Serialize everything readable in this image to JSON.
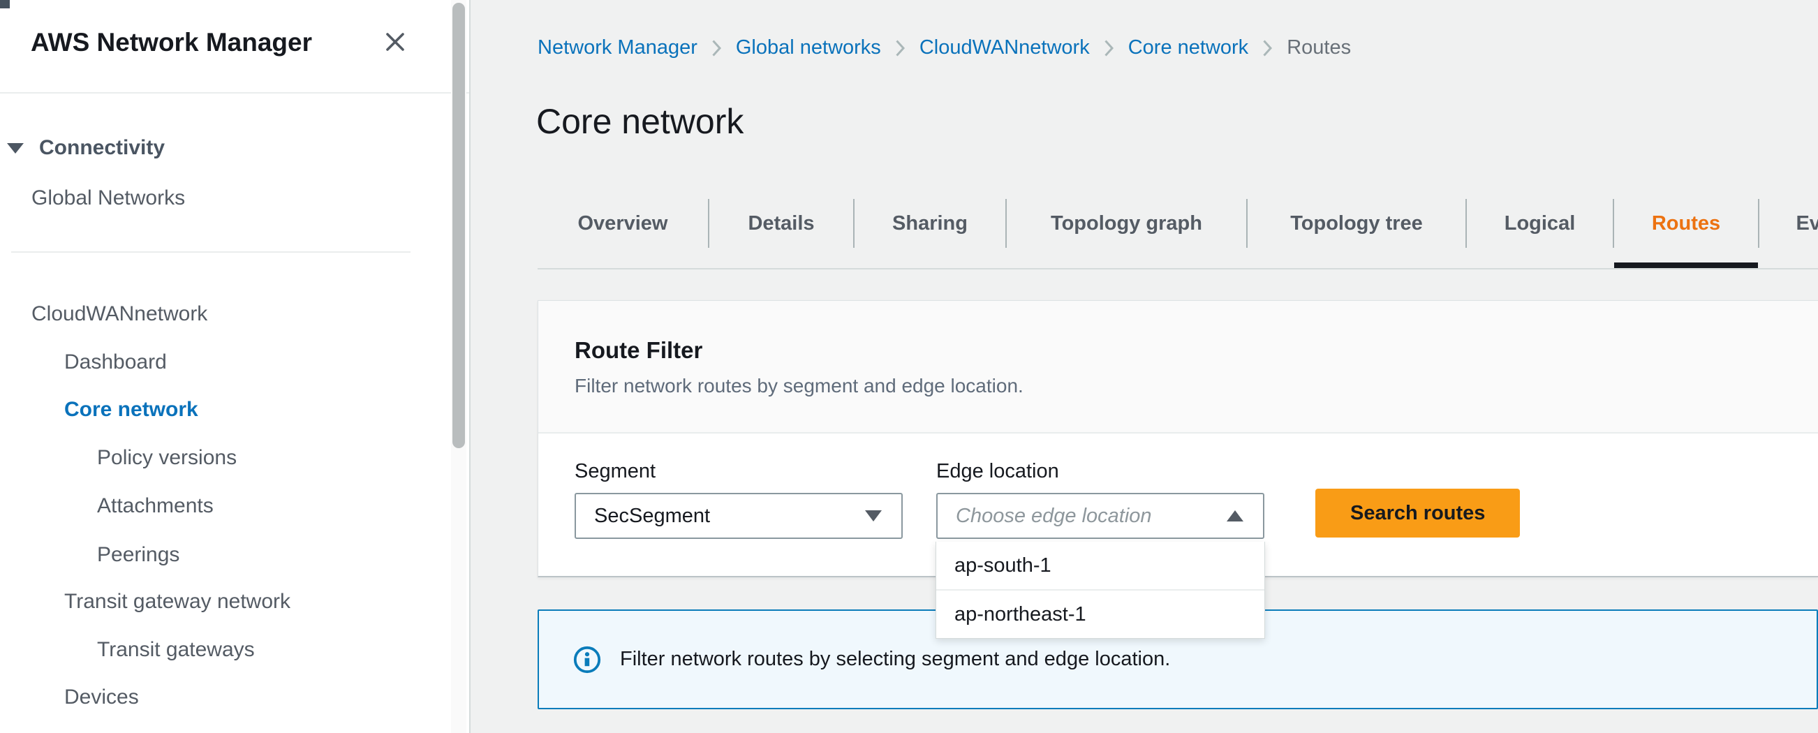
{
  "sidebar": {
    "title": "AWS Network Manager",
    "section": {
      "label": "Connectivity",
      "expanded": true
    },
    "global_item": {
      "label": "Global Networks"
    },
    "items": [
      {
        "label": "CloudWANnetwork",
        "indent": 1,
        "active": false
      },
      {
        "label": "Dashboard",
        "indent": 2,
        "active": false
      },
      {
        "label": "Core network",
        "indent": 2,
        "active": true
      },
      {
        "label": "Policy versions",
        "indent": 3,
        "active": false
      },
      {
        "label": "Attachments",
        "indent": 3,
        "active": false
      },
      {
        "label": "Peerings",
        "indent": 3,
        "active": false
      },
      {
        "label": "Transit gateway network",
        "indent": 2,
        "active": false
      },
      {
        "label": "Transit gateways",
        "indent": 3,
        "active": false
      },
      {
        "label": "Devices",
        "indent": 2,
        "active": false
      }
    ]
  },
  "breadcrumb": {
    "items": [
      {
        "label": "Network Manager",
        "current": false
      },
      {
        "label": "Global networks",
        "current": false
      },
      {
        "label": "CloudWANnetwork",
        "current": false
      },
      {
        "label": "Core network",
        "current": false
      },
      {
        "label": "Routes",
        "current": true
      }
    ]
  },
  "page": {
    "title": "Core network"
  },
  "tabs": {
    "items": [
      {
        "label": "Overview",
        "active": false
      },
      {
        "label": "Details",
        "active": false
      },
      {
        "label": "Sharing",
        "active": false
      },
      {
        "label": "Topology graph",
        "active": false
      },
      {
        "label": "Topology tree",
        "active": false
      },
      {
        "label": "Logical",
        "active": false
      },
      {
        "label": "Routes",
        "active": true
      },
      {
        "label": "Events",
        "active": false,
        "clipped": true
      }
    ]
  },
  "route_filter": {
    "title": "Route Filter",
    "description": "Filter network routes by segment and edge location.",
    "segment": {
      "label": "Segment",
      "value": "SecSegment",
      "open": false
    },
    "edge_location": {
      "label": "Edge location",
      "placeholder": "Choose edge location",
      "open": true,
      "options": [
        {
          "label": "ap-south-1"
        },
        {
          "label": "ap-northeast-1"
        }
      ]
    },
    "search_button_label": "Search routes"
  },
  "alert": {
    "type": "info",
    "text": "Filter network routes by selecting segment and edge location."
  },
  "colors": {
    "link_blue": "#0a72bb",
    "active_tab_orange": "#ec7211",
    "primary_button_orange": "#f99c16",
    "alert_border_blue": "#0a7cba",
    "alert_bg": "#f0f8fd",
    "text_dark": "#16191f",
    "text_grey": "#545b64",
    "divider_grey": "#d5dbdb",
    "main_bg": "#f0f1f1"
  }
}
